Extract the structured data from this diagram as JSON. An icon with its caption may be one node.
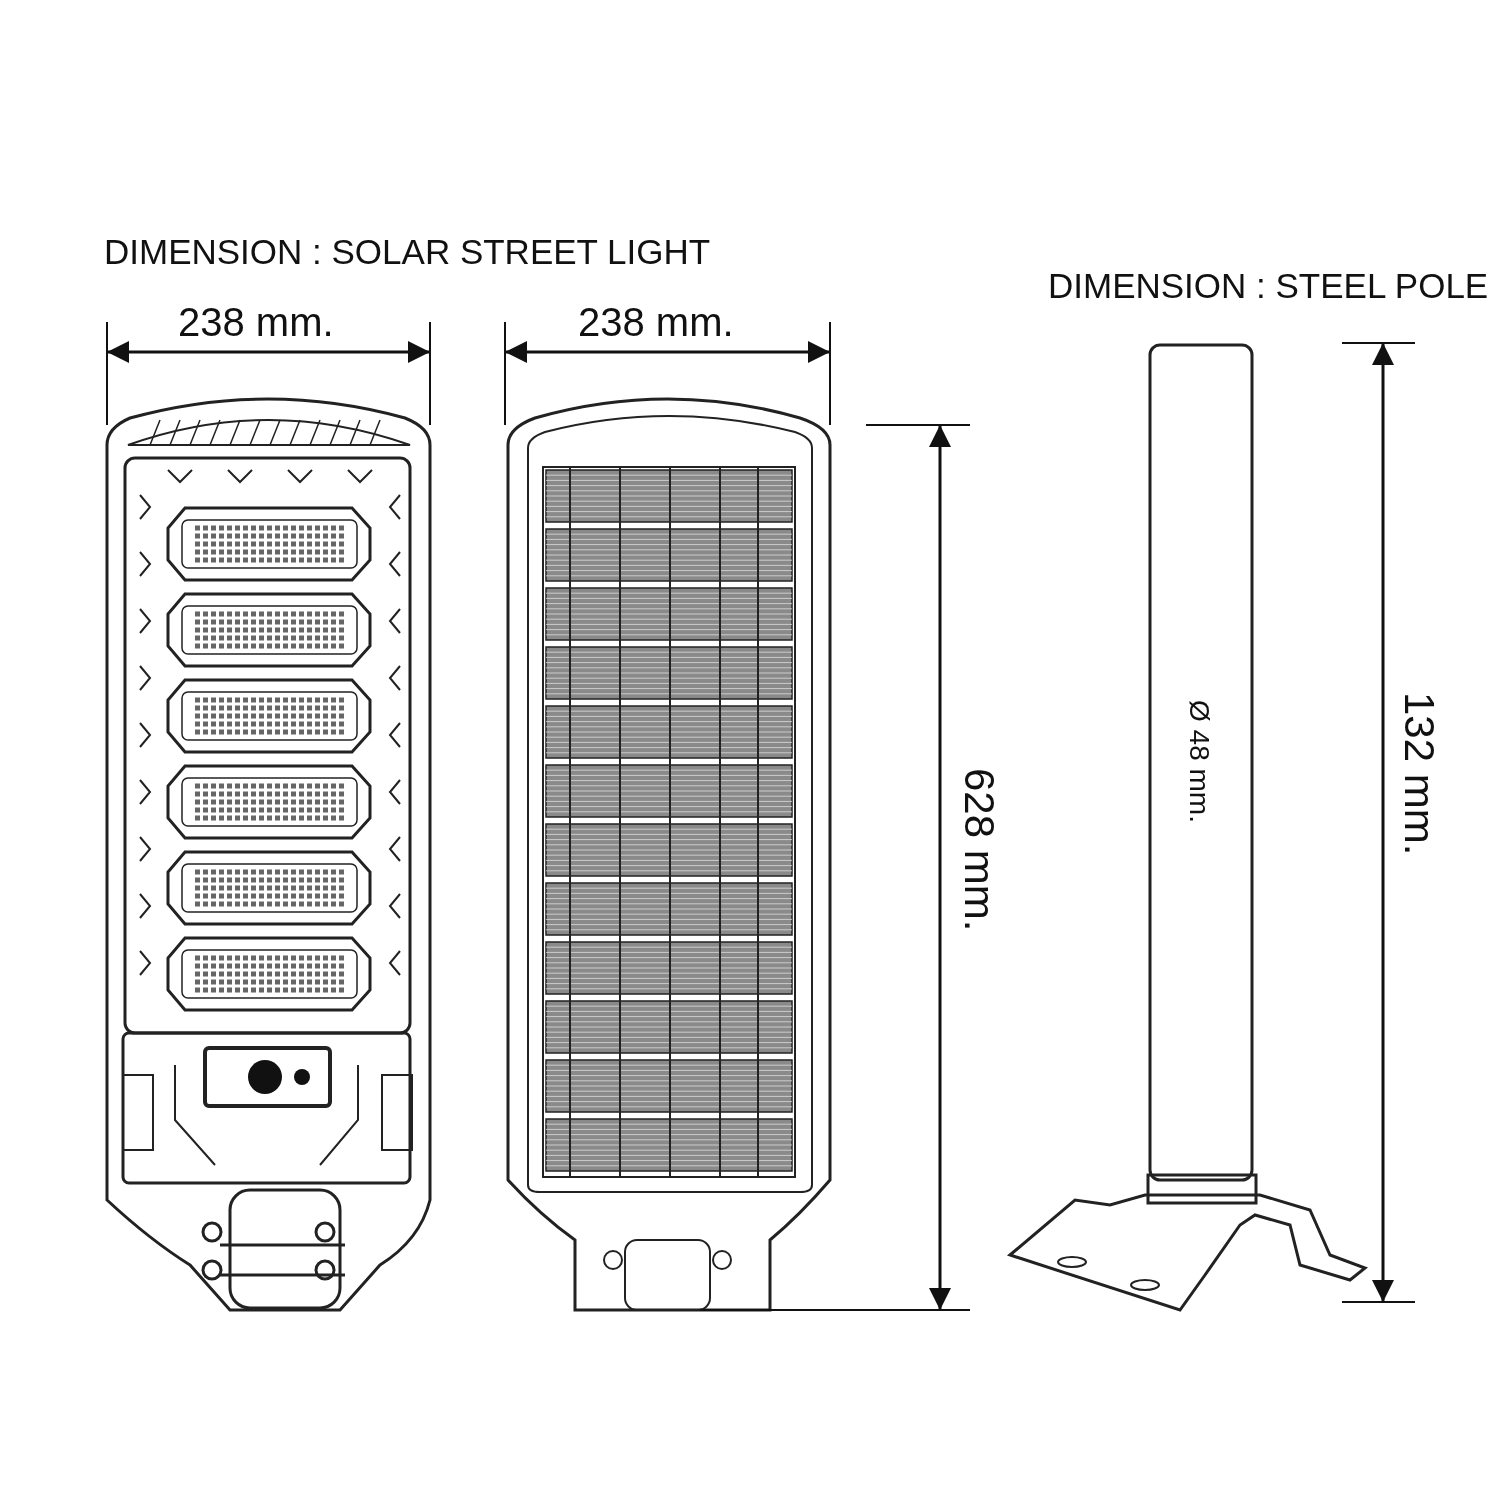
{
  "diagram": {
    "labels": [
      "DIMENSION : SOLAR STREET LIGHT",
      "238 mm.",
      "238 mm.",
      "DIMENSION : STEEL POLE",
      "628 mm.",
      "Ø 48 mm.",
      "132 mm."
    ]
  }
}
